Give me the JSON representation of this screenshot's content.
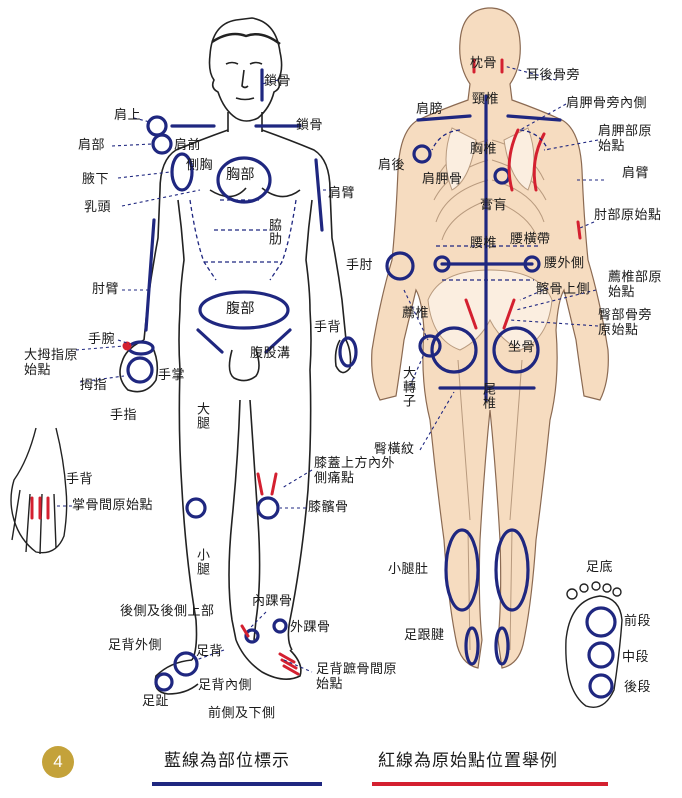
{
  "figure_number": "4",
  "colors": {
    "blue": "#1f2780",
    "red": "#d42030",
    "gold": "#c4a23a",
    "skin": "#f6dcc0",
    "bone": "#fbeee0"
  },
  "legend": {
    "blue_text": "藍線為部位標示",
    "red_text": "紅線為原始點位置舉例"
  },
  "front": {
    "collarbone_upper": "鎖骨",
    "shoulder_top": "肩上",
    "collarbone": "鎖骨",
    "shoulder_front": "肩前",
    "shoulder_part": "肩部",
    "side_chest": "側胸",
    "chest": "胸部",
    "upper_arm": "肩臂",
    "armpit": "腋下",
    "nipple": "乳頭",
    "ribs": "脇肋",
    "elbow_arm": "肘臂",
    "abdomen": "腹部",
    "back_of_hand": "手背",
    "wrist": "手腕",
    "groin": "腹股溝",
    "thumb_point": "大拇指原始點",
    "palm": "手掌",
    "thumb": "拇指",
    "fingers": "手指",
    "thigh": "大腿",
    "hand_back2": "手背",
    "metacarpal_point": "掌骨間原始點",
    "knee_pain": "膝蓋上方內外側痛點",
    "kneecap": "膝髕骨",
    "calf": "小腿",
    "inner_ankle": "內踝骨",
    "rear_side": "後側及後側上部",
    "outer_ankle": "外踝骨",
    "outer_foot": "足背外側",
    "instep": "足背",
    "metatarsal_point": "足背蹠骨間原始點",
    "inner_foot": "足背內側",
    "toes": "足趾",
    "front_below": "前側及下側"
  },
  "back": {
    "occiput": "枕骨",
    "behind_ear": "耳後骨旁",
    "cervical": "頸椎",
    "shoulder_back": "肩膀",
    "scapula_inner": "肩胛骨旁內側",
    "scapula_point": "肩胛部原始點",
    "shoulder_rear": "肩後",
    "thoracic": "胸椎",
    "scapula": "肩胛骨",
    "arm_back": "肩臂",
    "ribs_back": "膏肓",
    "elbow_point": "肘部原始點",
    "elbow": "手肘",
    "lumbar": "腰椎",
    "waist_belt": "腰橫帶",
    "waist_outer": "腰外側",
    "iliac_upper": "髂骨上側",
    "sacral_point": "薦椎部原始點",
    "sacrum": "薦椎",
    "hip_side_point": "臀部骨旁原始點",
    "greater_trochanter": "大轉子",
    "sit_bone": "坐骨",
    "coccyx": "尾椎",
    "gluteal_fold": "臀橫紋",
    "calf_back": "小腿肚",
    "heel": "足跟腱"
  },
  "sole": {
    "title": "足底",
    "front": "前段",
    "middle": "中段",
    "rear": "後段"
  }
}
